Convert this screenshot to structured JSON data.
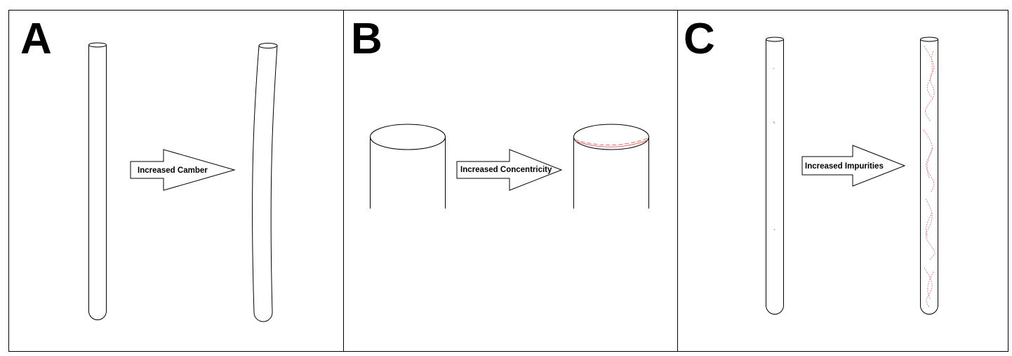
{
  "panels": [
    {
      "letter": "A",
      "arrow_label": "Increased Camber"
    },
    {
      "letter": "B",
      "arrow_label": "Increased Concentricity"
    },
    {
      "letter": "C",
      "arrow_label": "Increased Impurities"
    }
  ],
  "colors": {
    "outline": "#000000",
    "impurity": "#e36a6a",
    "background": "#ffffff"
  }
}
